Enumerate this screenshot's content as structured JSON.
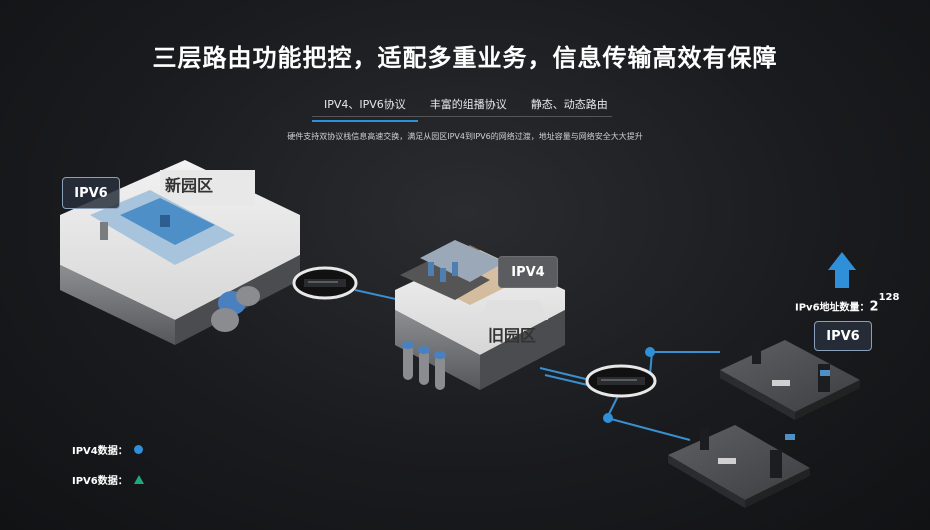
{
  "page": {
    "title": "三层路由功能把控，适配多重业务，信息传输高效有保障",
    "subtitle": "硬件支持双协议栈信息高速交换，满足从园区IPV4到IPV6的网络过渡，地址容量与网络安全大大提升"
  },
  "tabs": [
    {
      "label": "IPV4、IPV6协议",
      "active": true
    },
    {
      "label": "丰富的组播协议",
      "active": false
    },
    {
      "label": "静态、动态路由",
      "active": false
    }
  ],
  "scene": {
    "new_campus": {
      "label": "新园区",
      "tag": "IPV6"
    },
    "old_campus": {
      "label": "旧园区",
      "tag": "IPV4"
    },
    "remote_site": {
      "tag": "IPV6"
    },
    "address": {
      "label": "IPv6地址数量：",
      "base": "2",
      "exponent": "128"
    }
  },
  "legend": [
    {
      "label": "IPV4数据：",
      "icon": "circle-icon",
      "color": "#2f8fd8"
    },
    {
      "label": "IPV6数据：",
      "icon": "triangle-icon",
      "color": "#1fa878"
    }
  ],
  "colors": {
    "accent": "#2f8fd8",
    "line": "#3a8fd0"
  }
}
